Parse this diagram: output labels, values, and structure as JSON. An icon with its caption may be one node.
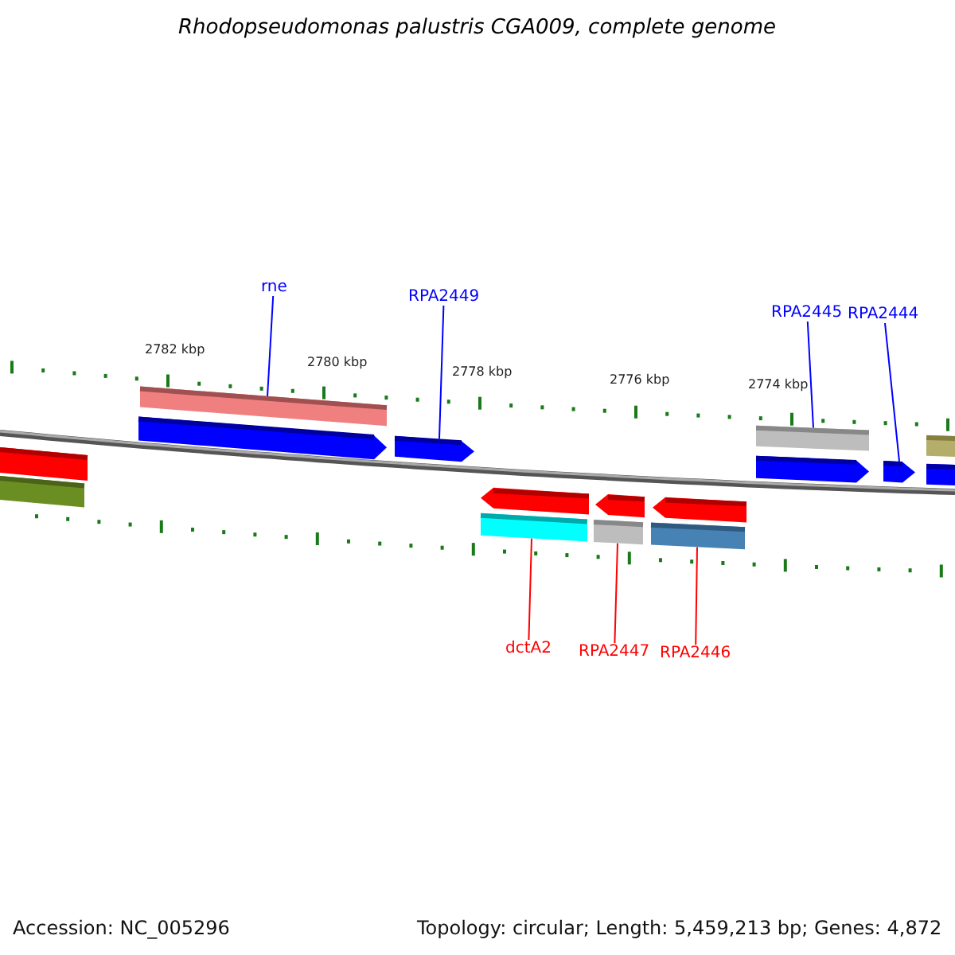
{
  "diagram": {
    "title": "Rhodopseudomonas palustris CGA009, complete genome",
    "nodes": [
      {
        "text": [
          "rne"
        ]
      },
      {
        "text": [
          "RPA2449"
        ]
      },
      {
        "text": [
          "RPA2445"
        ]
      },
      {
        "text": [
          "RPA2444"
        ]
      },
      {
        "text": [
          "dctA2"
        ]
      },
      {
        "text": [
          "RPA2447"
        ]
      },
      {
        "text": [
          "RPA2446"
        ]
      },
      {
        "text": [],
        "shape": "bar"
      },
      {
        "text": [],
        "shape": "arrow"
      },
      {
        "text": [],
        "shape": "bar"
      },
      {
        "text": [],
        "shape": "arrow"
      },
      {
        "text": [],
        "shape": "bar"
      },
      {
        "text": [],
        "shape": "bar"
      },
      {
        "text": [],
        "shape": "bar"
      }
    ],
    "edges": [
      {
        "from": 0,
        "to": 7,
        "arrow": "none"
      },
      {
        "from": 1,
        "to": 8,
        "arrow": "none"
      },
      {
        "from": 2,
        "to": 9,
        "arrow": "none"
      },
      {
        "from": 3,
        "to": 10,
        "arrow": "none"
      },
      {
        "from": 4,
        "to": 11,
        "arrow": "none",
        "color": "#ff0000"
      },
      {
        "from": 5,
        "to": 12,
        "arrow": "none",
        "color": "#ff0000"
      },
      {
        "from": 6,
        "to": 13,
        "arrow": "none",
        "color": "#ff0000"
      }
    ],
    "labels": [
      "2782 kbp",
      "2780 kbp",
      "2778 kbp",
      "2776 kbp",
      "2774 kbp",
      "Accession: NC_005296",
      "Topology: circular; Length: 5,459,213 bp; Genes: 4,872"
    ]
  }
}
